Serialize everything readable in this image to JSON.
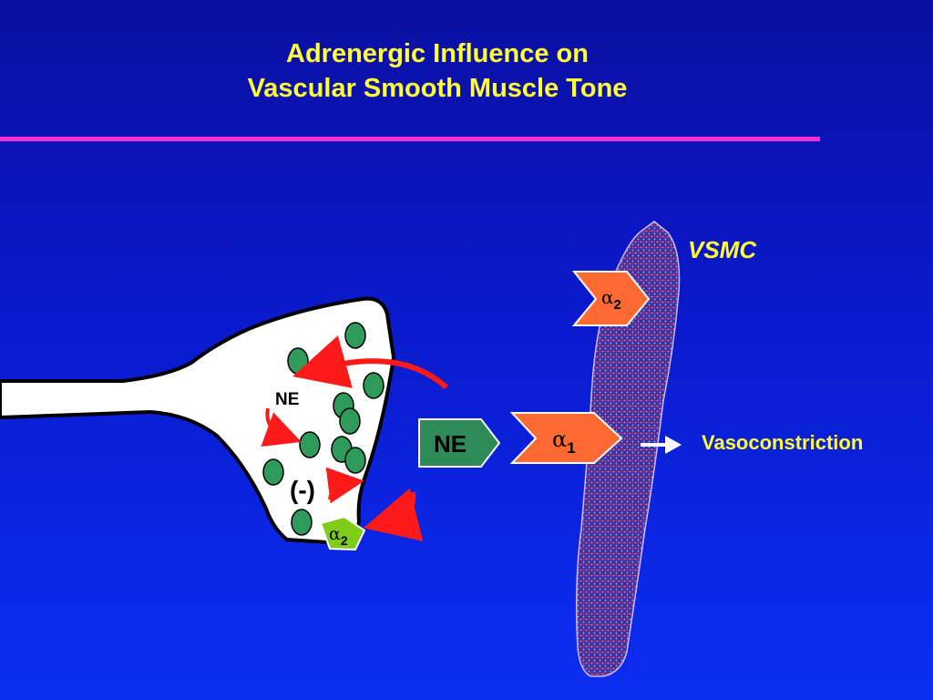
{
  "title_line1": "Adrenergic Influence on",
  "title_line2": "Vascular Smooth Muscle Tone",
  "diagram": {
    "nerve_ne_label": "NE",
    "inhibition_label": "(-)",
    "presynaptic_receptor": {
      "symbol": "α",
      "sub": "2"
    },
    "cleft_ne_label": "NE",
    "receptor_alpha1": {
      "symbol": "α",
      "sub": "1"
    },
    "receptor_alpha2_vsmc": {
      "symbol": "α",
      "sub": "2"
    },
    "cell_label": "VSMC",
    "effect_label": "Vasoconstriction"
  },
  "colors": {
    "title": "#ffff33",
    "rule": "#ff2dd8",
    "vesicle": "#2e9b5a",
    "receptor": "#ff6a33",
    "ne_box": "#2e8b57",
    "alpha2_pre": "#7fcc1a",
    "arrow_red": "#ff1a1a",
    "cell": "#4a3aa8"
  }
}
